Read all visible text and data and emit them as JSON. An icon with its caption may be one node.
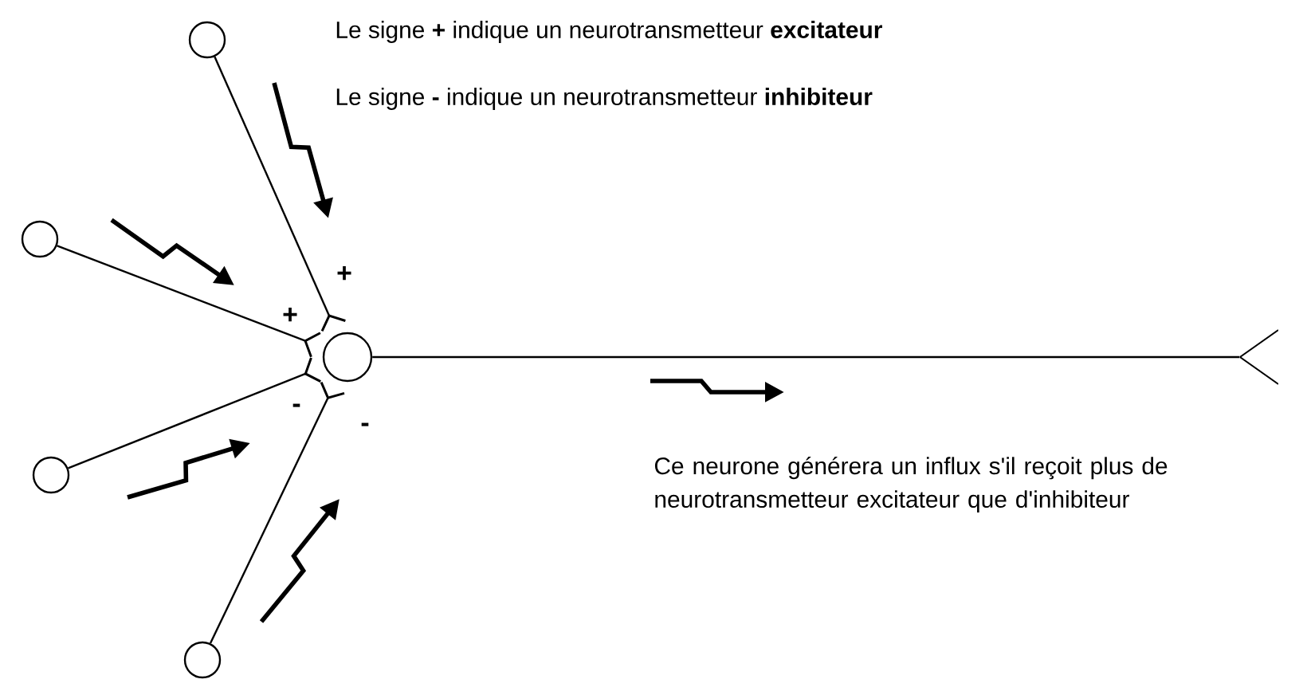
{
  "diagram": {
    "nodes": [
      {
        "text": [],
        "shape": "circle"
      },
      {
        "text": [],
        "shape": "circle"
      },
      {
        "text": [],
        "shape": "circle"
      },
      {
        "text": [],
        "shape": "circle"
      },
      {
        "text": [],
        "shape": "circle"
      },
      {
        "text": [],
        "shape": "fork"
      }
    ],
    "edges": [
      {
        "from": 0,
        "to": 4,
        "arrow": "other",
        "label": "+"
      },
      {
        "from": 1,
        "to": 4,
        "arrow": "other",
        "label": "+"
      },
      {
        "from": 2,
        "to": 4,
        "arrow": "other",
        "label": "-"
      },
      {
        "from": 3,
        "to": 4,
        "arrow": "other",
        "label": "-"
      },
      {
        "from": 4,
        "to": 5,
        "arrow": "none"
      }
    ],
    "labels": [
      "Le signe **+** indique un neurotransmetteur **excitateur**",
      "Le signe **-** indique un neurotransmetteur **inhibiteur**",
      "Ce neurone générera un influx s'il reçoit plus de neurotransmetteur excitateur que d'inhibiteur"
    ]
  }
}
